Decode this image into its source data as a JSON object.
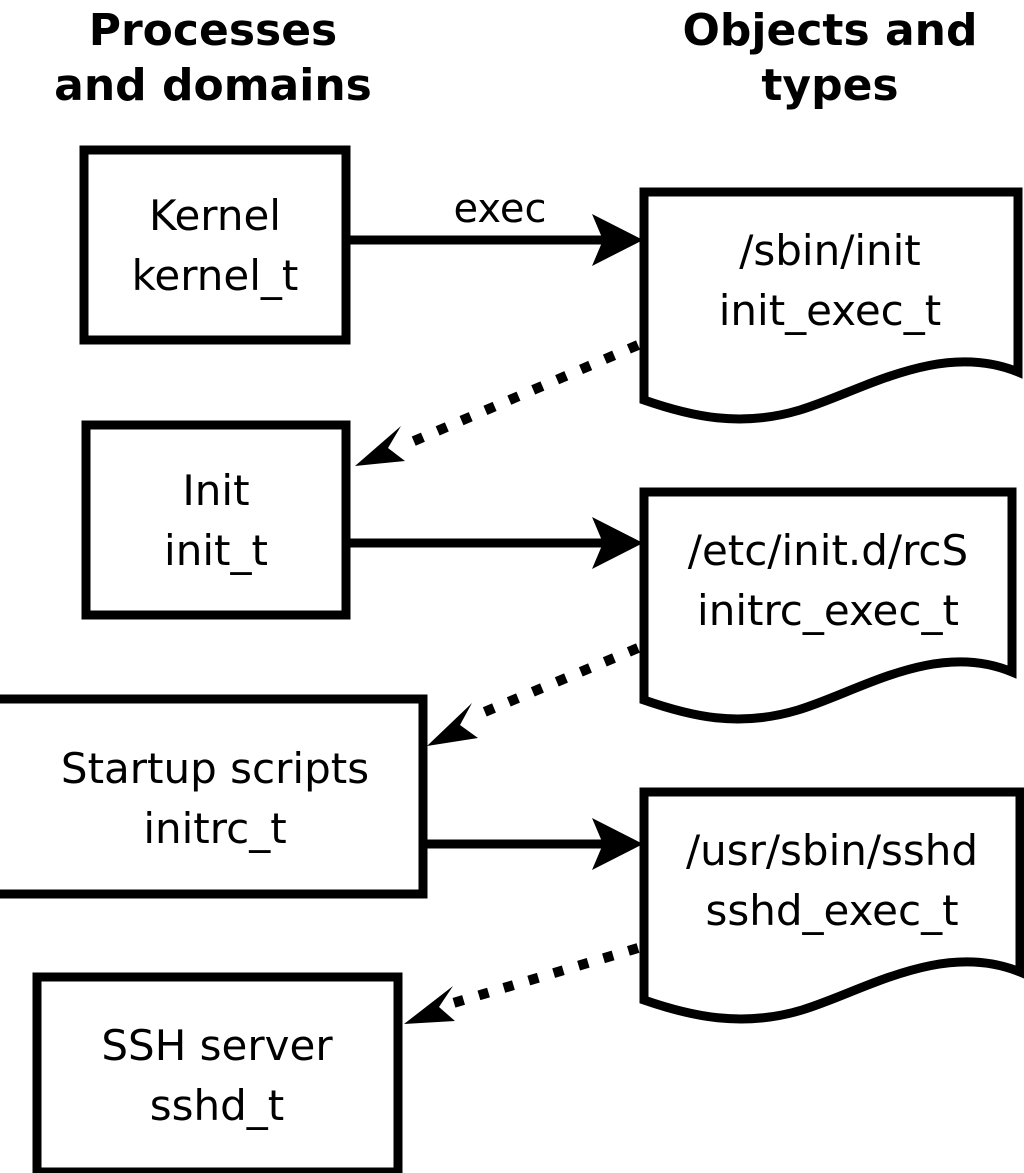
{
  "diagram": {
    "title_left": "Processes\nand domains",
    "columns": [
      {
        "id": "processes",
        "header_line1": "Processes",
        "header_line2": "and domains"
      },
      {
        "id": "objects",
        "header_line1": "Objects and",
        "header_line2": "types"
      }
    ],
    "colors": {
      "stroke": "#000000",
      "fill": "#ffffff",
      "background": "#ffffff"
    },
    "process_nodes": [
      {
        "id": "kernel",
        "line1": "Kernel",
        "line2": "kernel_t"
      },
      {
        "id": "init",
        "line1": "Init",
        "line2": "init_t"
      },
      {
        "id": "initrc",
        "line1": "Startup scripts",
        "line2": "initrc_t"
      },
      {
        "id": "sshd",
        "line1": "SSH server",
        "line2": "sshd_t"
      }
    ],
    "object_nodes": [
      {
        "id": "init_exec",
        "line1": "/sbin/init",
        "line2": "init_exec_t"
      },
      {
        "id": "initrc_exec",
        "line1": "/etc/init.d/rcS",
        "line2": "initrc_exec_t"
      },
      {
        "id": "sshd_exec",
        "line1": "/usr/sbin/sshd",
        "line2": "sshd_exec_t"
      }
    ],
    "edges": [
      {
        "id": "kernel-to-init_exec",
        "from": "kernel",
        "to": "init_exec",
        "label": "exec",
        "style": "solid"
      },
      {
        "id": "init_exec-to-init",
        "from": "init_exec",
        "to": "init",
        "label": "",
        "style": "dotted"
      },
      {
        "id": "init-to-initrc_exec",
        "from": "init",
        "to": "initrc_exec",
        "label": "",
        "style": "solid"
      },
      {
        "id": "initrc_exec-to-initrc",
        "from": "initrc_exec",
        "to": "initrc",
        "label": "",
        "style": "dotted"
      },
      {
        "id": "initrc-to-sshd_exec",
        "from": "initrc",
        "to": "sshd_exec",
        "label": "",
        "style": "solid"
      },
      {
        "id": "sshd_exec-to-sshd",
        "from": "sshd_exec",
        "to": "sshd",
        "label": "",
        "style": "dotted"
      }
    ]
  }
}
